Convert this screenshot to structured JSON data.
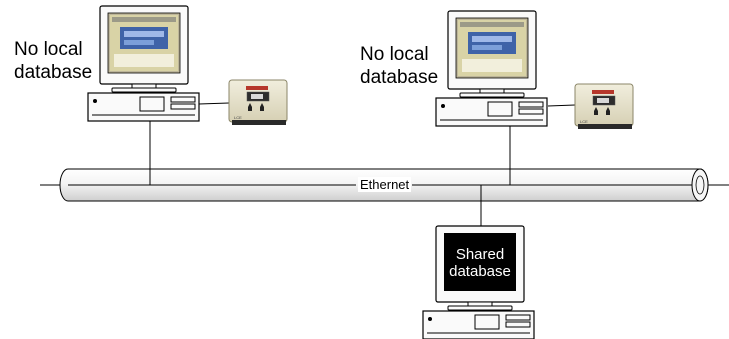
{
  "labels": {
    "left_pc": [
      "No local",
      "database"
    ],
    "right_pc": [
      "No local",
      "database"
    ],
    "network": "Ethernet",
    "server_screen": [
      "Shared",
      "database"
    ]
  },
  "colors": {
    "screen_bg": "#d9d3a6",
    "screen_window": "#3f63a8",
    "server_screen": "#000000",
    "device_body": "#e8e3cc"
  }
}
